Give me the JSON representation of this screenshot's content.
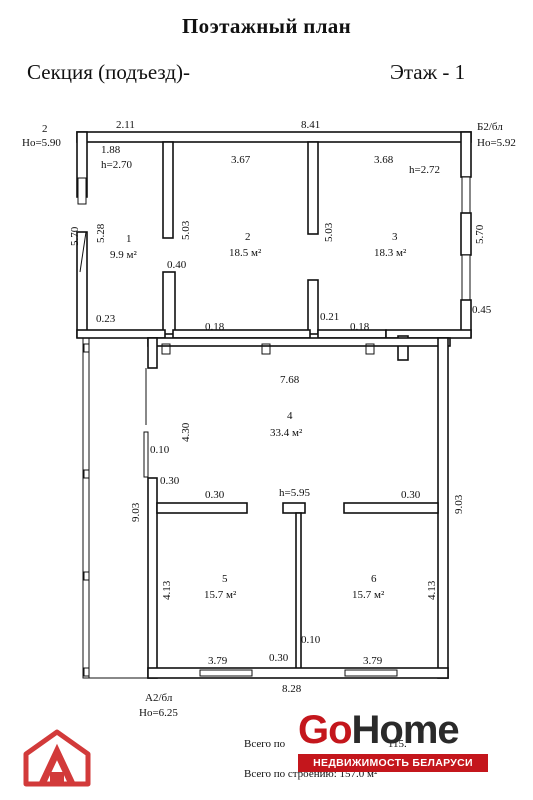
{
  "header": {
    "title": "Поэтажный план",
    "section_label": "Секция (подъезд)-",
    "floor_label": "Этаж - 1"
  },
  "corners": {
    "top_left_id": "2",
    "top_left_ho": "Ho=5.90",
    "top_right_id": "Б2/бл",
    "top_right_ho": "Ho=5.92",
    "bottom_id": "А2/бл",
    "bottom_ho": "Ho=6.25"
  },
  "dimensions": {
    "top_left": "2.11",
    "top_main": "8.41",
    "r1_width": "1.88",
    "r1_height": "h=2.70",
    "r2_width": "3.67",
    "r3_width": "3.68",
    "r3_height": "h=2.72",
    "left_outer": "5.70",
    "r1_depth": "5.28",
    "r2_depth_left": "5.03",
    "r2_depth_right": "5.03",
    "right_outer": "5.70",
    "pier": "0.40",
    "left_stub": "0.23",
    "wall_018_a": "0.18",
    "wall_021": "0.21",
    "wall_018_b": "0.18",
    "right_stub": "0.45",
    "hall_width": "7.68",
    "hall_depth": "4.30",
    "stub_010": "0.10",
    "stub_030_left": "0.30",
    "wall_030_a": "0.30",
    "hall_height": "h=5.95",
    "wall_030_b": "0.30",
    "left_long": "9.03",
    "right_long": "9.03",
    "r5_depth": "4.13",
    "r6_depth": "4.13",
    "partition_010": "0.10",
    "r5_width": "3.79",
    "partition_030": "0.30",
    "r6_width": "3.79",
    "bottom_total": "8.28"
  },
  "rooms": [
    {
      "number": "1",
      "area": "9.9 м²"
    },
    {
      "number": "2",
      "area": "18.5 м²"
    },
    {
      "number": "3",
      "area": "18.3 м²"
    },
    {
      "number": "4",
      "area": "33.4 м²"
    },
    {
      "number": "5",
      "area": "15.7 м²"
    },
    {
      "number": "6",
      "area": "15.7 м²"
    }
  ],
  "totals": {
    "floor_prefix": "Всего по",
    "floor_value": "115.",
    "building": "Всего по строению: 157.0 м²"
  },
  "branding": {
    "go": "Go",
    "home": "Home",
    "tagline": "НЕДВИЖИМОСТЬ БЕЛАРУСИ",
    "accent_color": "#c4161c",
    "left_logo_icon": "house-logo-icon"
  }
}
